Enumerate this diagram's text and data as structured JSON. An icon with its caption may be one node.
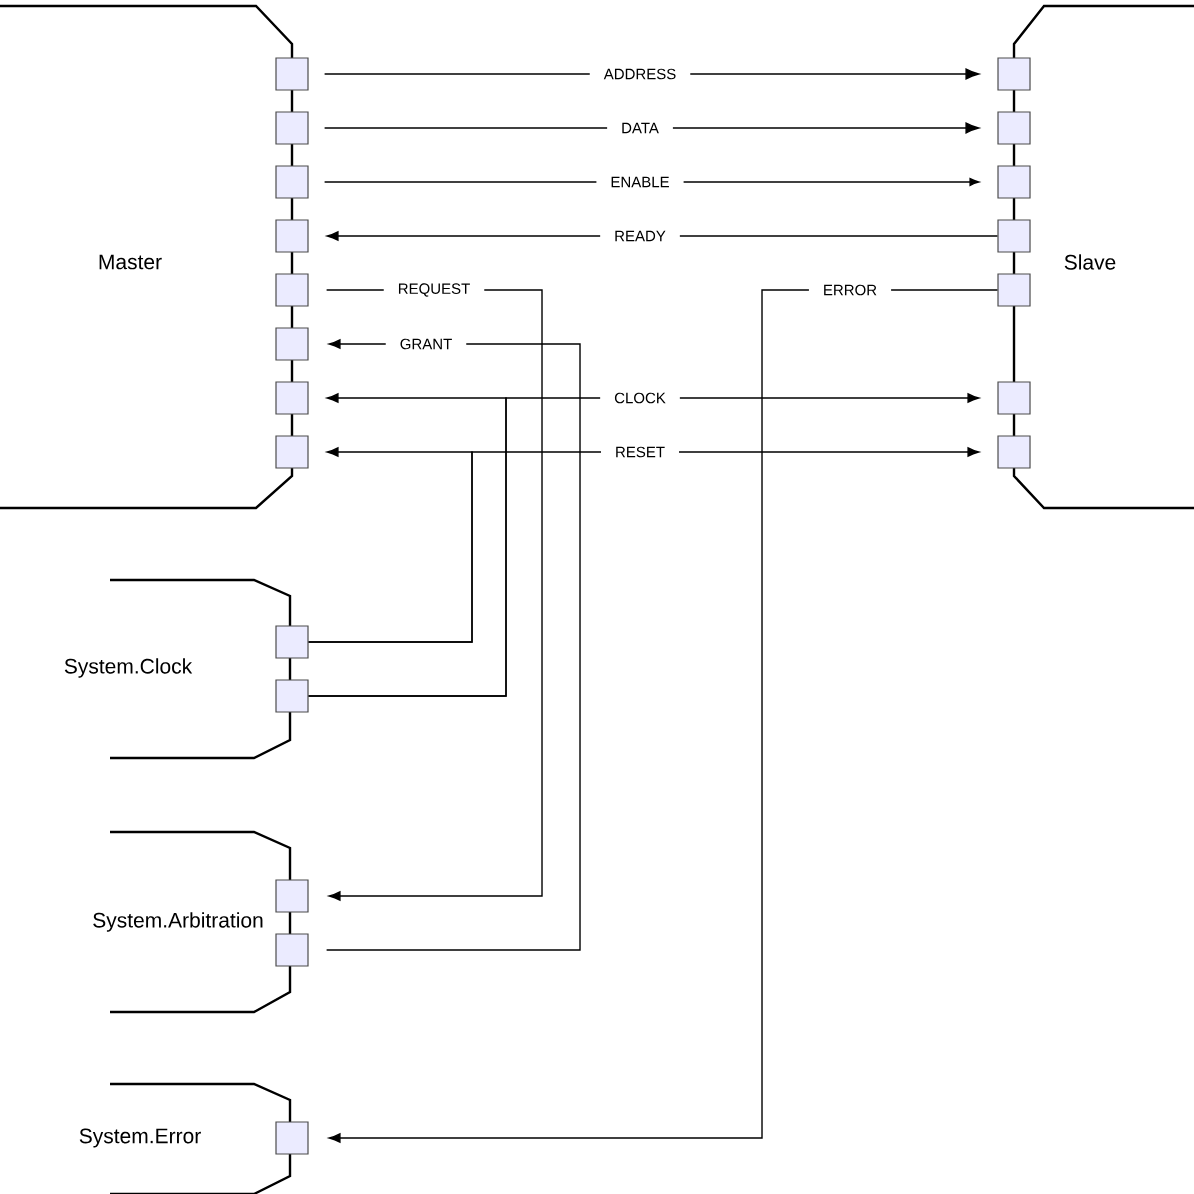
{
  "diagram": {
    "nodes": [
      {
        "text": [
          "Master"
        ]
      },
      {
        "text": [],
        "shape": "box"
      },
      {
        "text": [],
        "shape": "box"
      },
      {
        "text": [],
        "shape": "box"
      },
      {
        "text": [],
        "shape": "box"
      },
      {
        "text": [],
        "shape": "box"
      },
      {
        "text": [],
        "shape": "box"
      },
      {
        "text": [],
        "shape": "box"
      },
      {
        "text": [],
        "shape": "box"
      },
      {
        "text": [
          "Slave"
        ]
      },
      {
        "text": [],
        "shape": "box"
      },
      {
        "text": [],
        "shape": "box"
      },
      {
        "text": [],
        "shape": "box"
      },
      {
        "text": [],
        "shape": "box"
      },
      {
        "text": [],
        "shape": "box"
      },
      {
        "text": [],
        "shape": "box"
      },
      {
        "text": [],
        "shape": "box"
      },
      {
        "text": [
          "System.Clock"
        ]
      },
      {
        "text": [],
        "shape": "box"
      },
      {
        "text": [],
        "shape": "box"
      },
      {
        "text": [
          "System.Arbitration"
        ]
      },
      {
        "text": [],
        "shape": "box"
      },
      {
        "text": [],
        "shape": "box"
      },
      {
        "text": [
          "System.Error"
        ]
      },
      {
        "text": [],
        "shape": "box"
      }
    ],
    "edges": [
      {
        "from": 1,
        "to": 10,
        "arrow": "to",
        "label": "ADDRESS"
      },
      {
        "from": 2,
        "to": 11,
        "arrow": "to",
        "label": "DATA"
      },
      {
        "from": 3,
        "to": 12,
        "arrow": "to",
        "label": "ENABLE"
      },
      {
        "from": 13,
        "to": 4,
        "arrow": "to",
        "label": "READY"
      },
      {
        "from": 5,
        "to": 21,
        "arrow": "to",
        "label": "REQUEST"
      },
      {
        "from": 22,
        "to": 6,
        "arrow": "to",
        "label": "GRANT"
      },
      {
        "from": 19,
        "to": 7,
        "arrow": "to"
      },
      {
        "from": 19,
        "to": 15,
        "arrow": "to",
        "label": "CLOCK"
      },
      {
        "from": 18,
        "to": 8,
        "arrow": "to"
      },
      {
        "from": 18,
        "to": 16,
        "arrow": "to",
        "label": "RESET"
      },
      {
        "from": 14,
        "to": 24,
        "arrow": "to",
        "label": "ERROR"
      }
    ]
  }
}
